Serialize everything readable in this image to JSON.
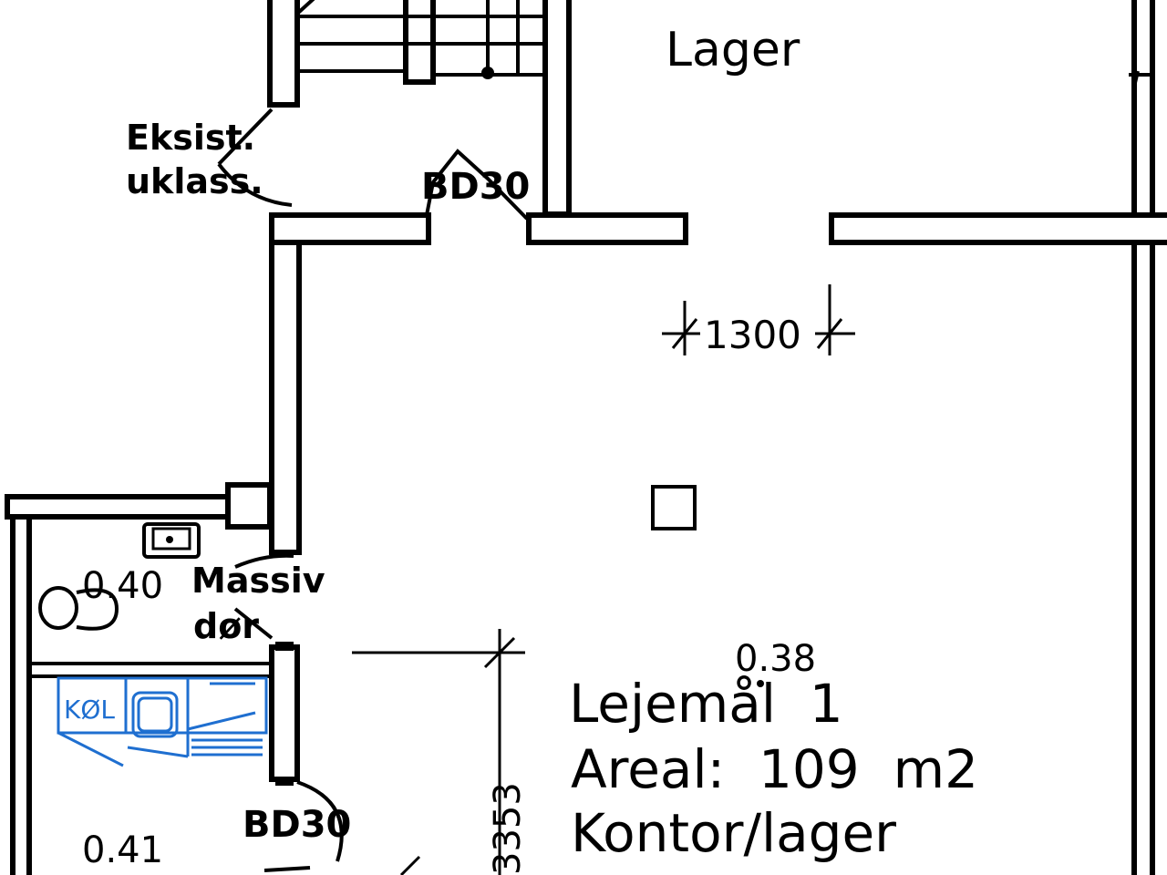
{
  "labels": {
    "lager": "Lager",
    "eksist_line1": "Eksist.",
    "eksist_line2": "uklass.",
    "bd30_top": "BD30",
    "dim_1300": "1300",
    "level_040": "0.40",
    "massiv_line1": "Massiv",
    "massiv_line2": "dør",
    "level_038": "0.38",
    "kol": "KØL",
    "bd30_bottom": "BD30",
    "level_041": "0.41",
    "dim_3353": "3353"
  },
  "unit_info": {
    "name": "Lejemål  1",
    "area": "Areal:  109  m2",
    "use": "Kontor/lager"
  },
  "colors": {
    "lines": "#000000",
    "kitchen_equipment": "#1f6fd0"
  }
}
